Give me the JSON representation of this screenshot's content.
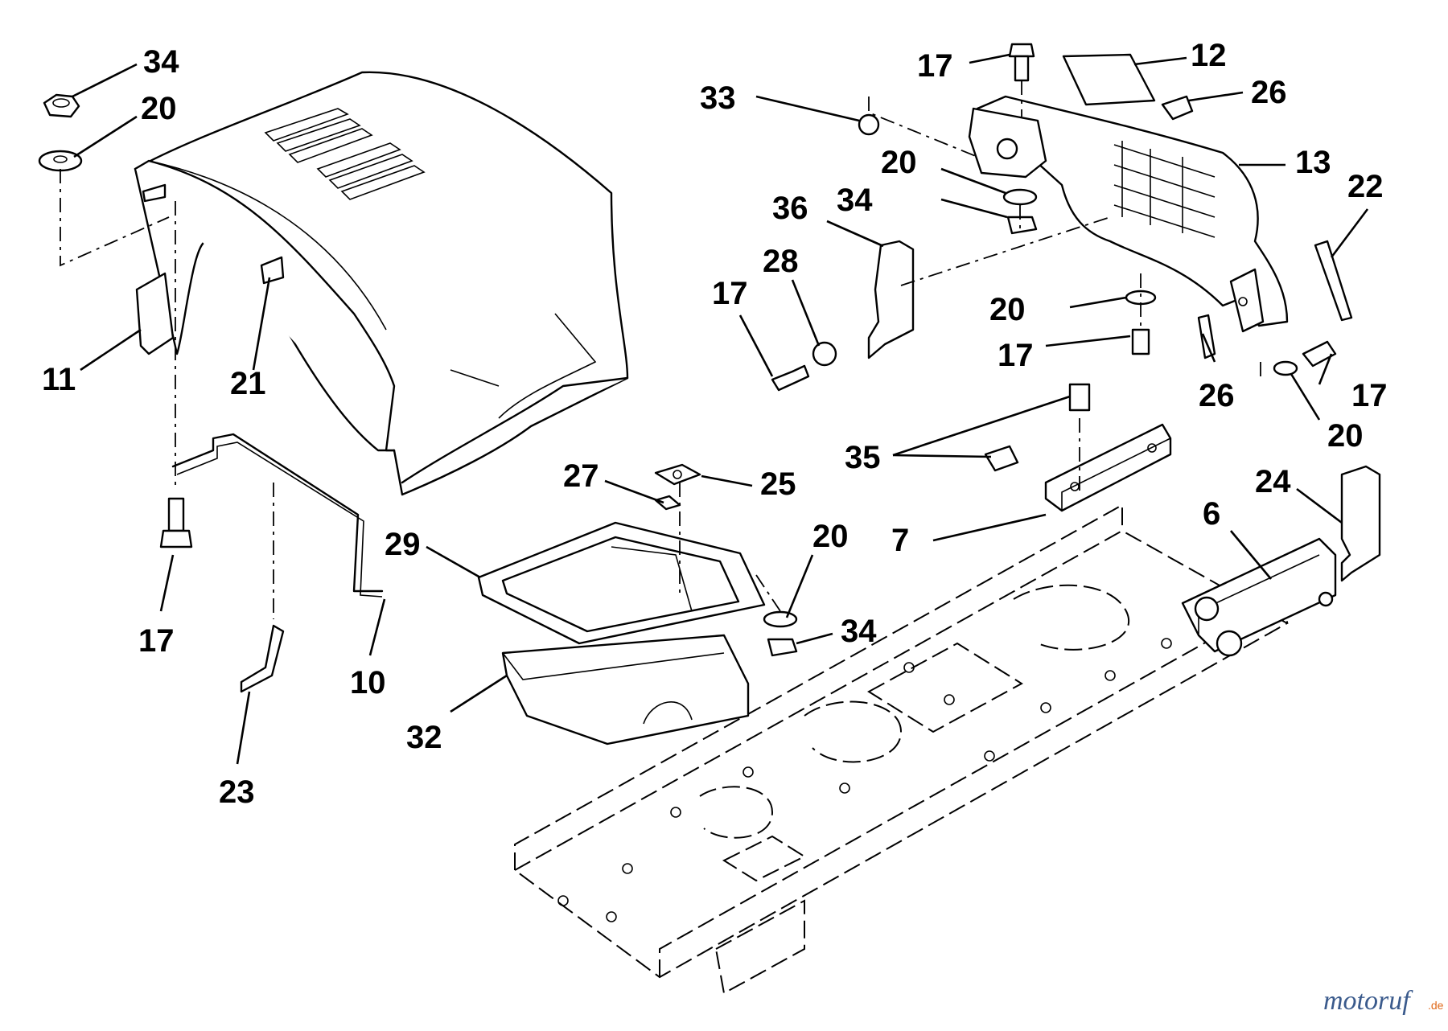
{
  "diagram": {
    "callouts": [
      {
        "id": "c34a",
        "text": "34"
      },
      {
        "id": "c20a",
        "text": "20"
      },
      {
        "id": "c11",
        "text": "11"
      },
      {
        "id": "c21",
        "text": "21"
      },
      {
        "id": "c17a",
        "text": "17"
      },
      {
        "id": "c10",
        "text": "10"
      },
      {
        "id": "c23",
        "text": "23"
      },
      {
        "id": "c27",
        "text": "27"
      },
      {
        "id": "c25",
        "text": "25"
      },
      {
        "id": "c29",
        "text": "29"
      },
      {
        "id": "c32",
        "text": "32"
      },
      {
        "id": "c20b",
        "text": "20"
      },
      {
        "id": "c34b",
        "text": "34"
      },
      {
        "id": "c17b",
        "text": "17"
      },
      {
        "id": "c12",
        "text": "12"
      },
      {
        "id": "c26a",
        "text": "26"
      },
      {
        "id": "c33",
        "text": "33"
      },
      {
        "id": "c20c",
        "text": "20"
      },
      {
        "id": "c34c",
        "text": "34"
      },
      {
        "id": "c13",
        "text": "13"
      },
      {
        "id": "c36",
        "text": "36"
      },
      {
        "id": "c28",
        "text": "28"
      },
      {
        "id": "c17c",
        "text": "17"
      },
      {
        "id": "c22",
        "text": "22"
      },
      {
        "id": "c20d",
        "text": "20"
      },
      {
        "id": "c17d",
        "text": "17"
      },
      {
        "id": "c26b",
        "text": "26"
      },
      {
        "id": "c17e",
        "text": "17"
      },
      {
        "id": "c20e",
        "text": "20"
      },
      {
        "id": "c35",
        "text": "35"
      },
      {
        "id": "c7",
        "text": "7"
      },
      {
        "id": "c24",
        "text": "24"
      },
      {
        "id": "c6",
        "text": "6"
      }
    ],
    "watermark": {
      "brand": "motoruf",
      "suffix": ".de"
    },
    "colors": {
      "line": "#000000",
      "background": "#ffffff",
      "watermark_main": "#3a5a8c",
      "watermark_accent": "#e06a1b"
    }
  }
}
